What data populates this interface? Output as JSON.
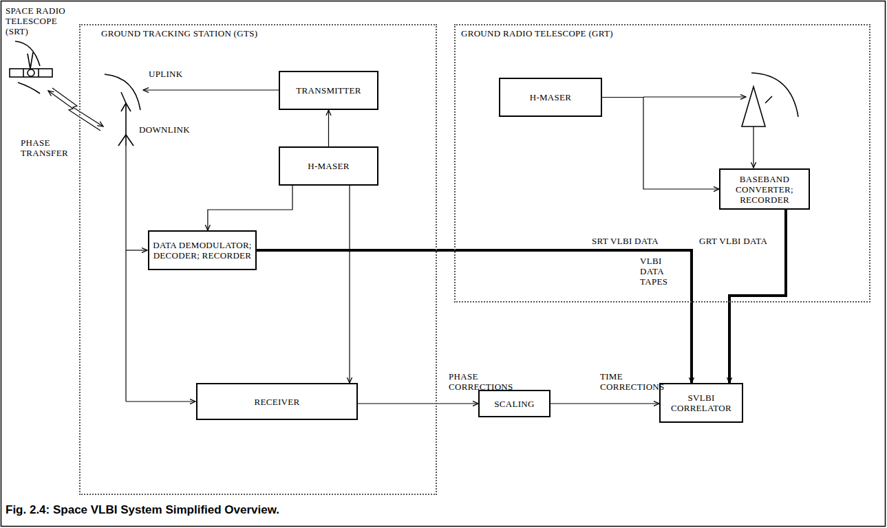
{
  "diagram": {
    "caption": "Fig. 2.4: Space VLBI System Simplified Overview.",
    "nodes": [
      {
        "text": [
          "GROUND TRACKING STATION (GTS)"
        ]
      },
      {
        "text": [
          "TRANSMITTER"
        ],
        "in": 0
      },
      {
        "text": [
          "H-MASER"
        ],
        "in": 0
      },
      {
        "text": [
          "DATA DEMODULATOR; DECODER; RECORDER"
        ],
        "in": 0
      },
      {
        "text": [
          "RECEIVER"
        ],
        "in": 0
      },
      {
        "text": [
          "GROUND RADIO TELESCOPE (GRT)"
        ]
      },
      {
        "text": [
          "H-MASER"
        ],
        "in": 5
      },
      {
        "text": [
          "BASEBAND CONVERTER; RECORDER"
        ],
        "in": 5
      },
      {
        "text": [
          "SCALING"
        ]
      },
      {
        "text": [
          "SVLBI CORRELATOR"
        ]
      }
    ],
    "edges": [
      {
        "from": 2,
        "to": 1,
        "arrow": "to"
      },
      {
        "from": 2,
        "to": 3,
        "arrow": "to"
      },
      {
        "from": 2,
        "to": 4,
        "arrow": "to"
      },
      {
        "from": 4,
        "to": 8,
        "label": "PHASE CORRECTIONS",
        "arrow": "to"
      },
      {
        "from": 8,
        "to": 9,
        "label": "TIME CORRECTIONS",
        "arrow": "to"
      },
      {
        "from": 3,
        "to": 9,
        "label": "SRT VLBI DATA",
        "arrow": "to"
      },
      {
        "from": 6,
        "to": 7,
        "arrow": "to"
      },
      {
        "from": 7,
        "to": 9,
        "label": "GRT VLBI DATA",
        "arrow": "to"
      }
    ],
    "labels": [
      "SPACE RADIO TELESCOPE (SRT)",
      "PHASE TRANSFER",
      "UPLINK",
      "DOWNLINK",
      "VLBI DATA TAPES"
    ]
  }
}
